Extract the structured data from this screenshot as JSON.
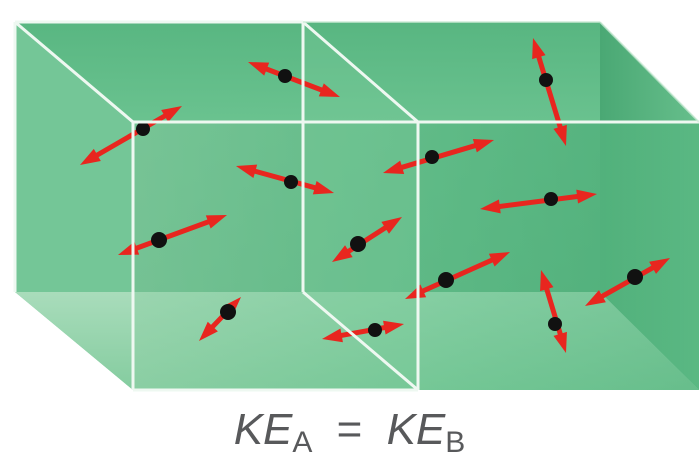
{
  "caption": {
    "left_symbol": "KE",
    "left_subscript": "A",
    "equals": "=",
    "right_symbol": "KE",
    "right_subscript": "B"
  },
  "colors": {
    "box_green_light": "#9fd7b3",
    "box_green": "#5dbd86",
    "box_green_dark": "#3f9f69",
    "edge": "#e8f5ec",
    "arrow": "#e8261f",
    "molecule": "#111111"
  },
  "molecules": [
    {
      "id": "m1",
      "icon": "molecule-velocity-arrow"
    },
    {
      "id": "m2",
      "icon": "molecule-velocity-arrow"
    },
    {
      "id": "m3",
      "icon": "molecule-velocity-arrow"
    },
    {
      "id": "m4",
      "icon": "molecule-velocity-arrow"
    },
    {
      "id": "m5",
      "icon": "molecule-velocity-arrow"
    },
    {
      "id": "m6",
      "icon": "molecule-velocity-arrow"
    },
    {
      "id": "m7",
      "icon": "molecule-velocity-arrow"
    },
    {
      "id": "m8",
      "icon": "molecule-velocity-arrow"
    },
    {
      "id": "m9",
      "icon": "molecule-velocity-arrow"
    },
    {
      "id": "m10",
      "icon": "molecule-velocity-arrow"
    },
    {
      "id": "m11",
      "icon": "molecule-velocity-arrow"
    },
    {
      "id": "m12",
      "icon": "molecule-velocity-arrow"
    },
    {
      "id": "m13",
      "icon": "molecule-velocity-arrow"
    },
    {
      "id": "m14",
      "icon": "molecule-velocity-arrow"
    },
    {
      "id": "m15",
      "icon": "molecule-velocity-arrow"
    }
  ]
}
